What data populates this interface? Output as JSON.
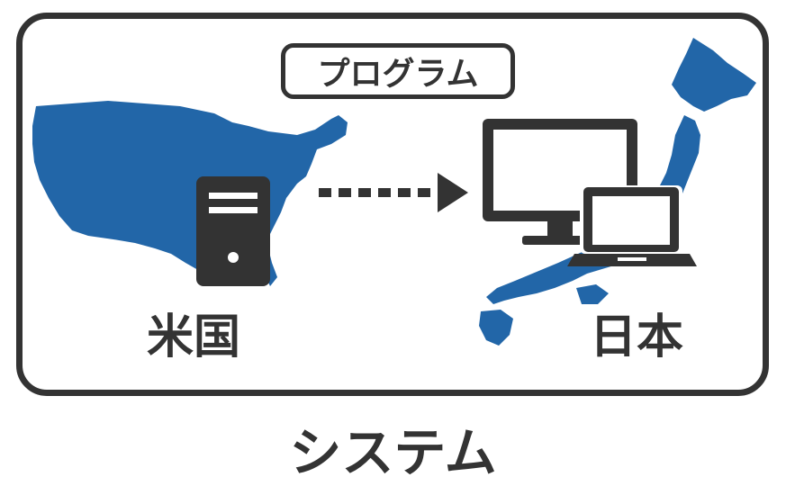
{
  "program_label": "プログラム",
  "us_label": "米国",
  "japan_label": "日本",
  "caption": "システム",
  "icons": {
    "usa_map": "usa-map-icon",
    "japan_map": "japan-map-icon",
    "server": "server-icon",
    "monitor": "desktop-monitor-icon",
    "laptop": "laptop-icon",
    "arrow": "dotted-arrow-icon"
  },
  "colors": {
    "map_blue": "#2266a8",
    "device_dark": "#333333"
  }
}
